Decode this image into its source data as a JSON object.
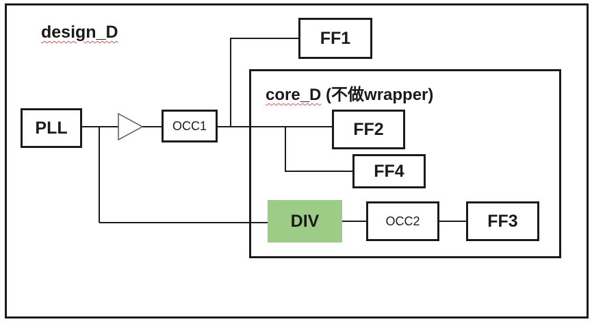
{
  "design": {
    "title": "design_D"
  },
  "core": {
    "title_prefix": "core_D",
    "title_suffix": " (不做wrapper)"
  },
  "blocks": {
    "pll": "PLL",
    "occ1": "OCC1",
    "ff1": "FF1",
    "ff2": "FF2",
    "ff4": "FF4",
    "div": "DIV",
    "occ2": "OCC2",
    "ff3": "FF3"
  },
  "colors": {
    "div_fill": "#9dcc87",
    "spellcheck_underline": "#d9534f",
    "line": "#1a1a1a"
  }
}
